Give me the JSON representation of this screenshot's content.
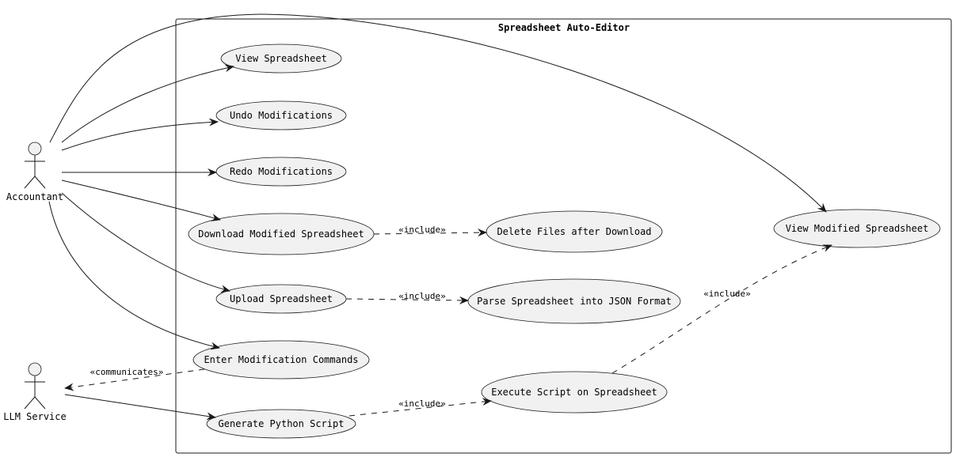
{
  "diagram": {
    "system_title": "Spreadsheet Auto-Editor",
    "actors": {
      "accountant": "Accountant",
      "llm_service": "LLM Service"
    },
    "use_cases": {
      "view_spreadsheet": "View Spreadsheet",
      "undo_modifications": "Undo Modifications",
      "redo_modifications": "Redo Modifications",
      "download_modified": "Download Modified Spreadsheet",
      "delete_files": "Delete Files after Download",
      "upload_spreadsheet": "Upload Spreadsheet",
      "parse_json": "Parse Spreadsheet into JSON Format",
      "enter_commands": "Enter Modification Commands",
      "execute_script": "Execute Script on Spreadsheet",
      "generate_script": "Generate Python Script",
      "view_modified": "View Modified Spreadsheet"
    },
    "stereotypes": {
      "include": "«include»",
      "communicates": "«communicates»"
    },
    "colors": {
      "fill": "#f1f1f1",
      "stroke": "#181818"
    }
  }
}
